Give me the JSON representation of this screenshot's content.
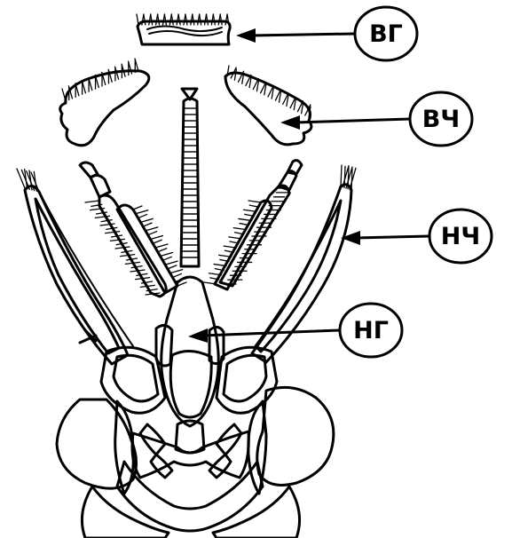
{
  "labels": {
    "upper_lip": "ВГ",
    "mandible": "ВЧ",
    "maxilla": "НЧ",
    "lower_lip": "НГ"
  }
}
